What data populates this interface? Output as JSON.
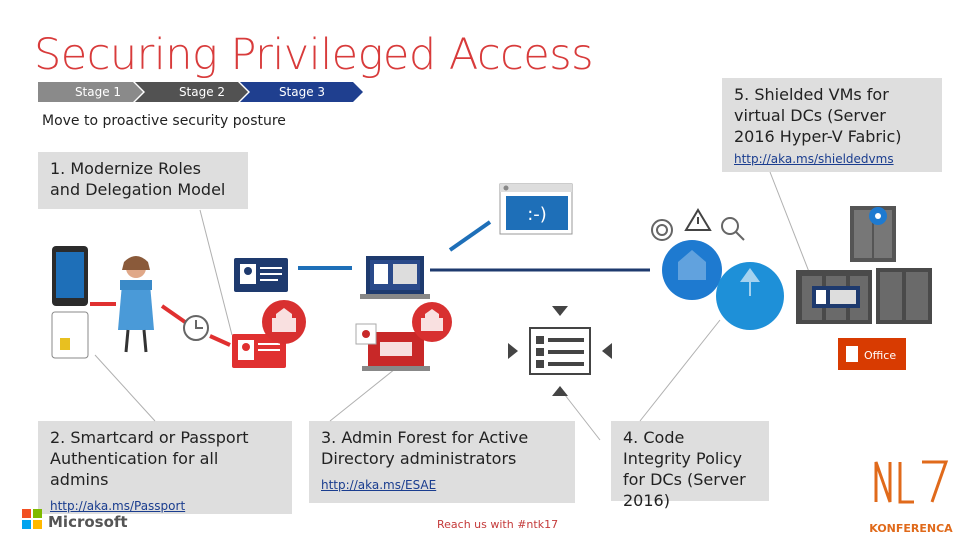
{
  "slide": {
    "title": "Securing Privileged Access",
    "subtitle": "Move to proactive security posture",
    "footer": "Reach us with #ntk17"
  },
  "stages": [
    {
      "label": "Stage 1"
    },
    {
      "label": "Stage 2"
    },
    {
      "label": "Stage 3"
    }
  ],
  "steps": [
    {
      "text": "1. Modernize Roles and Delegation Model"
    },
    {
      "text": "2. Smartcard or Passport Authentication for all admins",
      "link": "http://aka.ms/Passport"
    },
    {
      "text": "3. Admin Forest for Active Directory administrators",
      "link": "http://aka.ms/ESAE"
    },
    {
      "text": "4. Code Integrity Policy for DCs (Server 2016)"
    },
    {
      "text": "5. Shielded VMs for virtual DCs (Server 2016 Hyper-V Fabric)",
      "link": "http://aka.ms/shieldedvms"
    }
  ],
  "screen": {
    "face": ":-)"
  },
  "brand": {
    "microsoft": "Microsoft",
    "office": "Office",
    "konferenca": "KONFERENCA"
  },
  "colors": {
    "accent": "#d83b3b",
    "stage_gray": "#8a8a8a",
    "stage_dark": "#525252",
    "stage_blue": "#1f3f8f",
    "line_blue": "#1e6fb8",
    "line_red": "#e03030",
    "navy": "#1e3a6e",
    "box_gray": "#dedede",
    "office_red": "#d83b01",
    "konferenca_orange": "#e06a1b"
  }
}
